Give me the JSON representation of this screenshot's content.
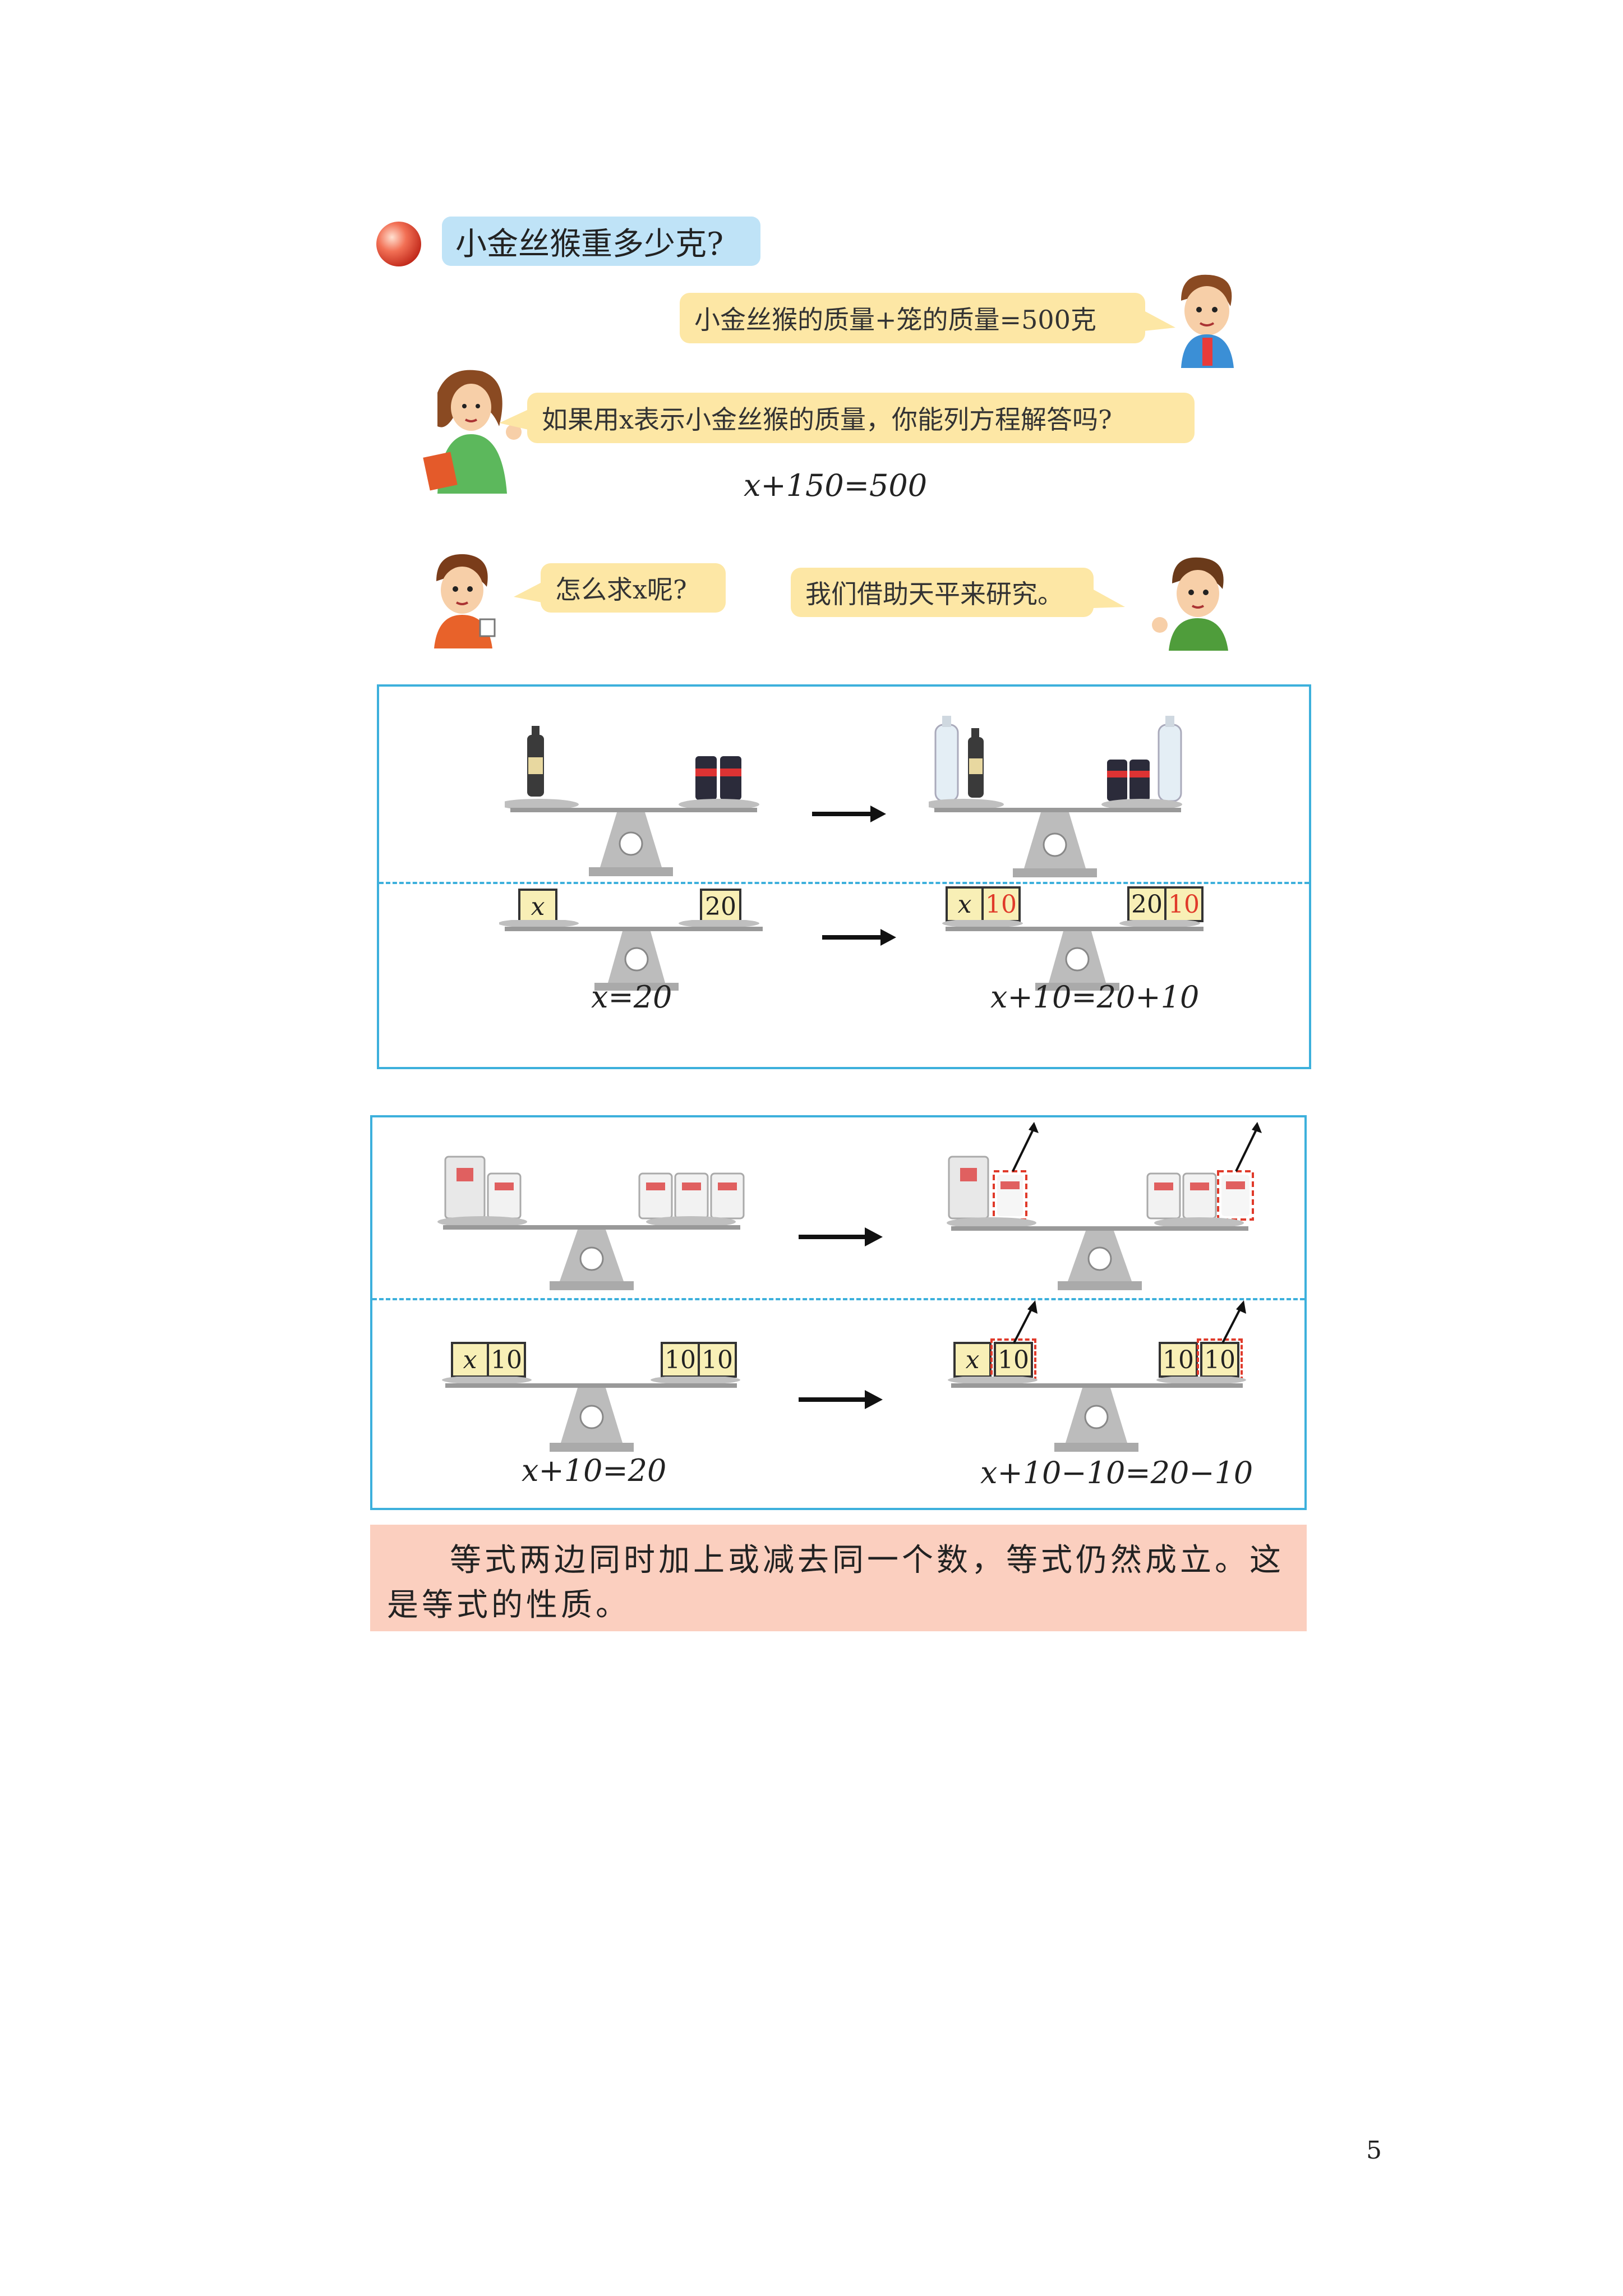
{
  "heading": {
    "title": "小金丝猴重多少克?"
  },
  "bubbles": {
    "boy_top": "小金丝猴的质量+笼的质量=500克",
    "teacher": "如果用x表示小金丝猴的质量，你能列方程解答吗?",
    "boy_left": "怎么求x呢?",
    "boy_right": "我们借助天平来研究。"
  },
  "equation_main": "x+150=500",
  "panel1": {
    "left_eq": "x=20",
    "right_eq": "x+10=20+10",
    "blocks": {
      "x": "x",
      "twenty": "20",
      "ten": "10"
    }
  },
  "panel2": {
    "left_eq": "x+10=20",
    "right_eq": "x+10−10=20−10",
    "blocks": {
      "x": "x",
      "ten": "10"
    }
  },
  "rule": {
    "text": "等式两边同时加上或减去同一个数，等式仍然成立。这是等式的性质。"
  },
  "page_number": "5",
  "colors": {
    "panel_border": "#3db0dc",
    "bubble_fill": "#fde7a5",
    "title_fill": "#bfe3f7",
    "rule_fill": "#fbcfbf",
    "highlight_red": "#e03a2a"
  }
}
